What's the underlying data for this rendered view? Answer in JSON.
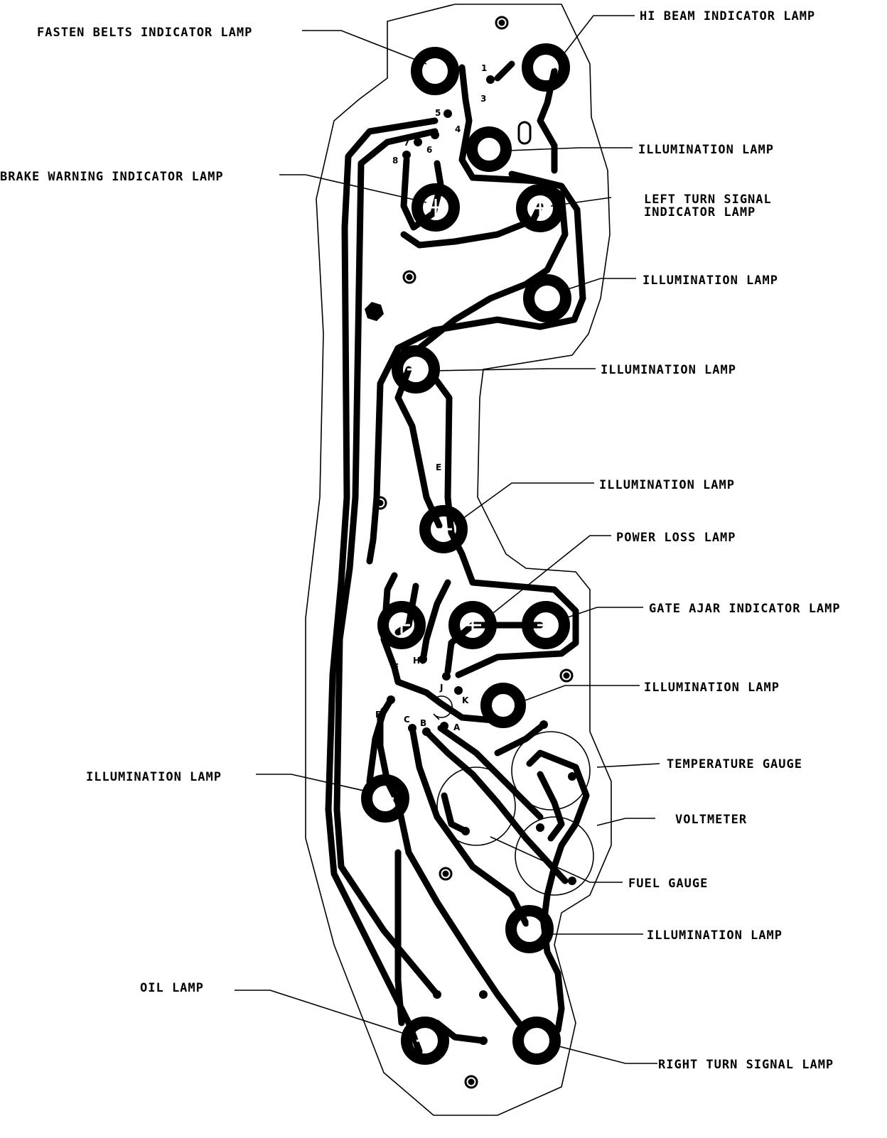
{
  "labels": {
    "fasten_belts": "FASTEN BELTS INDICATOR LAMP",
    "hi_beam": "HI BEAM INDICATOR LAMP",
    "illumination_1": "ILLUMINATION LAMP",
    "brake_warning": "BRAKE WARNING INDICATOR LAMP",
    "left_turn_line1": "LEFT TURN SIGNAL",
    "left_turn_line2": "INDICATOR LAMP",
    "illumination_2": "ILLUMINATION LAMP",
    "illumination_3": "ILLUMINATION LAMP",
    "illumination_4": "ILLUMINATION LAMP",
    "power_loss": "POWER LOSS LAMP",
    "gate_ajar": "GATE AJAR INDICATOR LAMP",
    "illumination_5": "ILLUMINATION LAMP",
    "temperature_gauge": "TEMPERATURE GAUGE",
    "illumination_left": "ILLUMINATION LAMP",
    "voltmeter": "VOLTMETER",
    "fuel_gauge": "FUEL GAUGE",
    "illumination_6": "ILLUMINATION LAMP",
    "oil_lamp": "OIL LAMP",
    "right_turn": "RIGHT TURN SIGNAL LAMP"
  },
  "pins": {
    "p1": "1",
    "p3": "3",
    "p4": "4",
    "p5": "5",
    "p6": "6",
    "p7": "7",
    "p8": "8",
    "pE_top": "E",
    "pF": "F",
    "pH": "H",
    "pJ": "J",
    "pK": "K",
    "pE": "E",
    "pC": "C",
    "pB": "B",
    "pA": "A"
  }
}
